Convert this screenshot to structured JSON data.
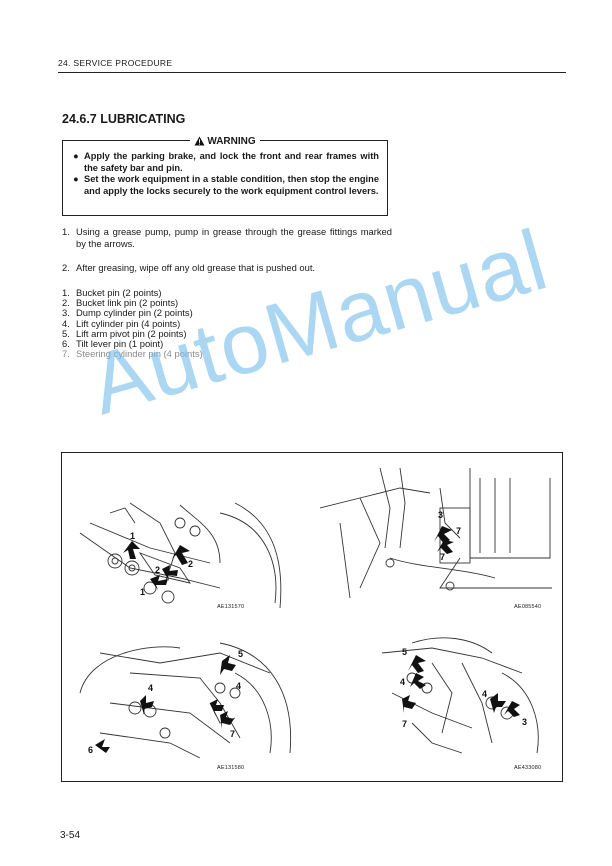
{
  "header": {
    "title": "24. SERVICE PROCEDURE"
  },
  "section": {
    "title": "24.6.7 LUBRICATING"
  },
  "warning": {
    "label": "WARNING",
    "items": [
      "Apply the parking brake, and lock the front and rear frames with the safety bar and pin.",
      "Set the work equipment in a stable condition, then stop the engine and apply the locks securely to the work equipment control levers."
    ]
  },
  "steps": [
    {
      "num": "1.",
      "text": "Using a grease pump, pump in grease through the grease fittings marked by the arrows."
    },
    {
      "num": "2.",
      "text": "After greasing, wipe off any old grease that is pushed out."
    }
  ],
  "points": [
    {
      "num": "1.",
      "text": "Bucket pin (2 points)"
    },
    {
      "num": "2.",
      "text": "Bucket link pin (2 points)"
    },
    {
      "num": "3.",
      "text": "Dump cylinder pin (2 points)"
    },
    {
      "num": "4.",
      "text": "Lift cylinder pin (4 points)"
    },
    {
      "num": "5.",
      "text": "Lift arm pivot pin (2 points)"
    },
    {
      "num": "6.",
      "text": "Tilt lever pin (1 point)"
    },
    {
      "num": "7.",
      "text": "Steering cylinder pin (4 points)"
    }
  ],
  "watermark": "AutoManual",
  "figures": {
    "tl": {
      "code": "AE131570",
      "callouts": [
        "1",
        "2",
        "2",
        "1"
      ]
    },
    "tr": {
      "code": "AE085540",
      "callouts": [
        "3",
        "7",
        "7"
      ]
    },
    "bl": {
      "code": "AE131580",
      "callouts": [
        "5",
        "4",
        "4",
        "7",
        "6"
      ]
    },
    "br": {
      "code": "AE433080",
      "callouts": [
        "5",
        "4",
        "4",
        "7",
        "3"
      ]
    }
  },
  "page": {
    "number": "3-54"
  },
  "icons": {
    "warning": "warning-triangle-icon",
    "bullet": "bullet-icon",
    "arrow": "grease-arrow-icon"
  }
}
